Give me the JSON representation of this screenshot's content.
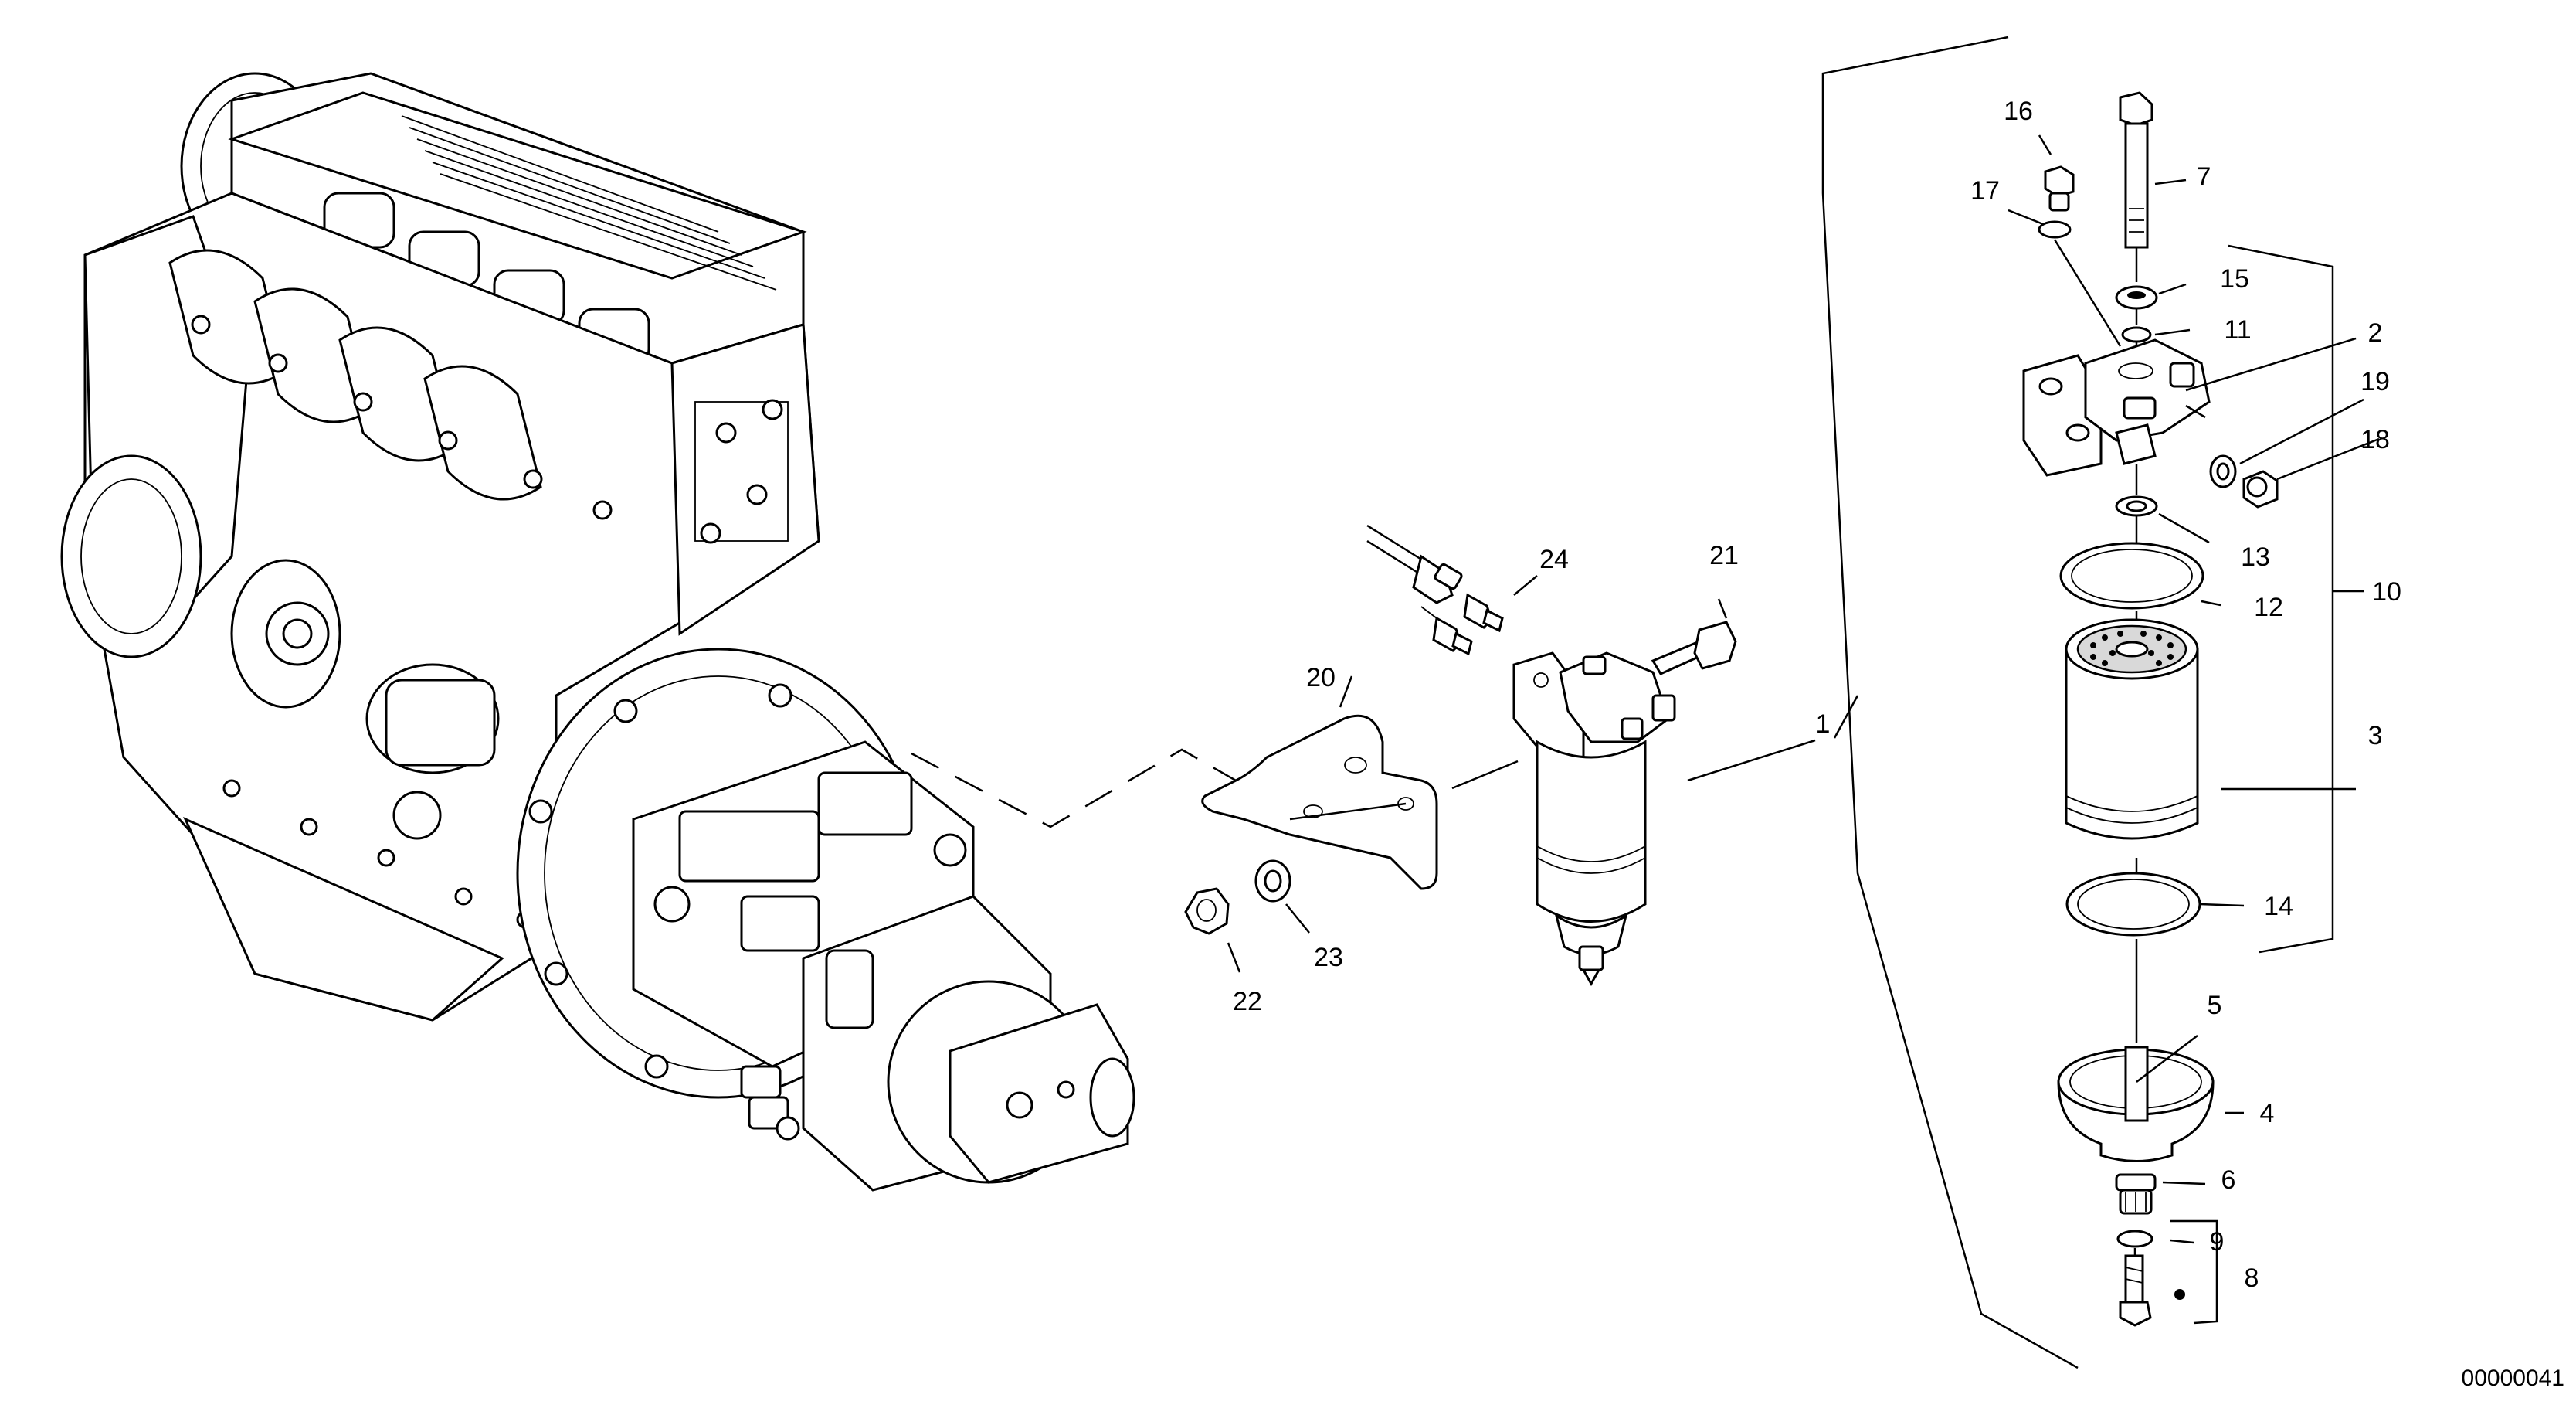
{
  "reference_number": "00000041",
  "callouts": [
    {
      "id": "c1",
      "text": "1"
    },
    {
      "id": "c2",
      "text": "2"
    },
    {
      "id": "c3",
      "text": "3"
    },
    {
      "id": "c4",
      "text": "4"
    },
    {
      "id": "c5",
      "text": "5"
    },
    {
      "id": "c6",
      "text": "6"
    },
    {
      "id": "c7",
      "text": "7"
    },
    {
      "id": "c8",
      "text": "8"
    },
    {
      "id": "c9",
      "text": "9"
    },
    {
      "id": "c10",
      "text": "10"
    },
    {
      "id": "c11",
      "text": "11"
    },
    {
      "id": "c12",
      "text": "12"
    },
    {
      "id": "c13",
      "text": "13"
    },
    {
      "id": "c14",
      "text": "14"
    },
    {
      "id": "c15",
      "text": "15"
    },
    {
      "id": "c16",
      "text": "16"
    },
    {
      "id": "c17",
      "text": "17"
    },
    {
      "id": "c18",
      "text": "18"
    },
    {
      "id": "c19",
      "text": "19"
    },
    {
      "id": "c20",
      "text": "20"
    },
    {
      "id": "c21",
      "text": "21"
    },
    {
      "id": "c22",
      "text": "22"
    },
    {
      "id": "c23",
      "text": "23"
    },
    {
      "id": "c24",
      "text": "24"
    }
  ]
}
